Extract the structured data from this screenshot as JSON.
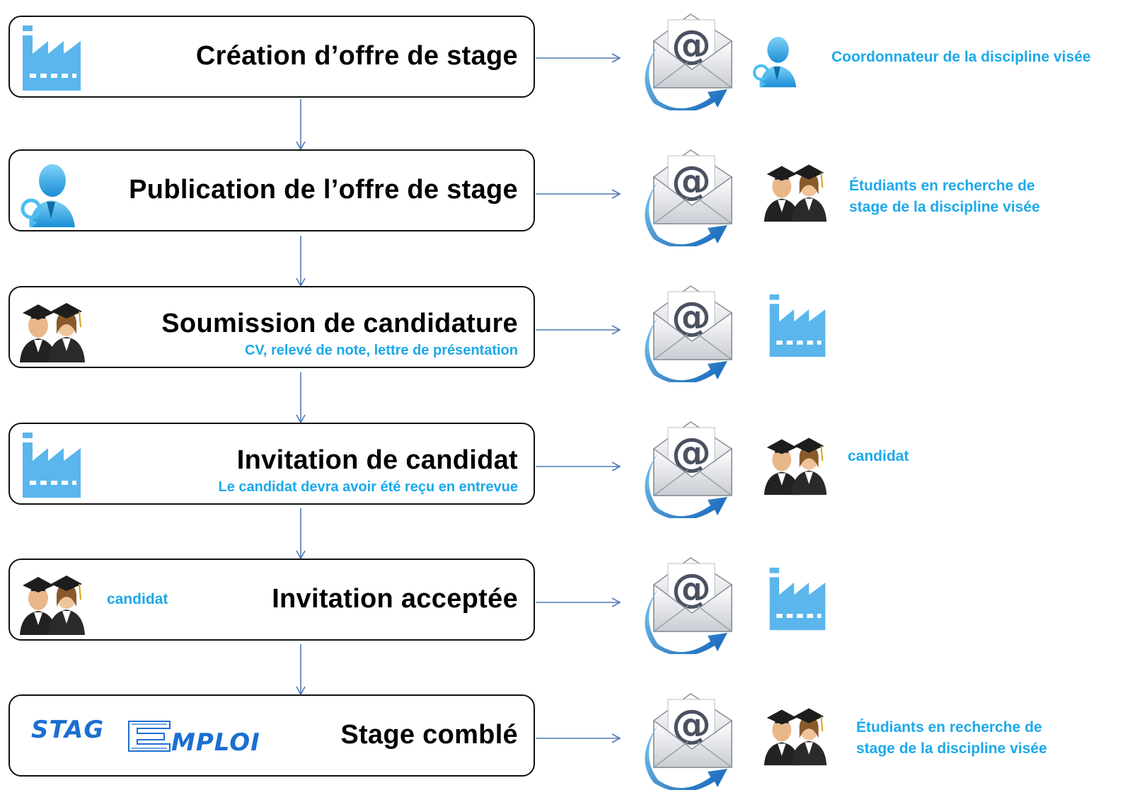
{
  "colors": {
    "accent_text": "#1ba9ea",
    "arrow": "#4f79b6",
    "factory": "#5ab6ec",
    "border": "#111111"
  },
  "steps": [
    {
      "title": "Création d’offre de stage",
      "subtitle": "",
      "actor_icon": "factory-icon",
      "recipient_icon": "coordinator-icon",
      "recipient_text": [
        "Coordonnateur de la discipline visée"
      ]
    },
    {
      "title": "Publication de l’offre de stage",
      "subtitle": "",
      "actor_icon": "coordinator-icon",
      "recipient_icon": "students-icon",
      "recipient_text": [
        "Étudiants en recherche de",
        "stage de la discipline visée"
      ]
    },
    {
      "title": "Soumission de candidature",
      "subtitle": "CV, relevé de note, lettre de présentation",
      "actor_icon": "students-icon",
      "recipient_icon": "factory-icon",
      "recipient_text": []
    },
    {
      "title": "Invitation de candidat",
      "subtitle": "Le candidat devra avoir été reçu en entrevue",
      "actor_icon": "factory-icon",
      "recipient_icon": "students-icon",
      "recipient_text": [
        "candidat"
      ]
    },
    {
      "title": "Invitation acceptée",
      "subtitle": "",
      "actor_icon": "students-icon",
      "actor_label": "candidat",
      "recipient_icon": "factory-icon",
      "recipient_text": []
    },
    {
      "title": "Stage comblé",
      "subtitle": "",
      "actor_icon": "stagemploi-logo",
      "recipient_icon": "students-icon",
      "recipient_text": [
        "Étudiants en recherche de",
        "stage de la discipline visée"
      ]
    }
  ],
  "logo": {
    "part1": "STAG",
    "part2": "MPLOI"
  }
}
